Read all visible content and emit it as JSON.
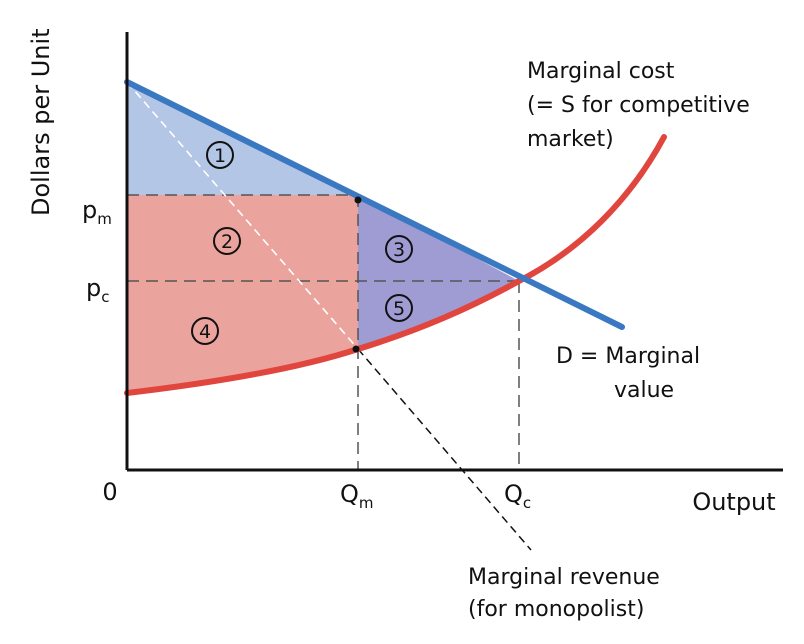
{
  "axes": {
    "y_label": "Dollars per Unit",
    "x_label": "Output",
    "origin": "0"
  },
  "ticks": {
    "pm": {
      "main": "p",
      "sub": "m"
    },
    "pc": {
      "main": "p",
      "sub": "c"
    },
    "qm": {
      "main": "Q",
      "sub": "m"
    },
    "qc": {
      "main": "Q",
      "sub": "c"
    }
  },
  "curves": {
    "marginal_cost": [
      "Marginal cost",
      "(= S for competitive",
      "market)"
    ],
    "demand": [
      "D = Marginal",
      "value"
    ],
    "marginal_revenue": [
      "Marginal revenue",
      "(for monopolist)"
    ]
  },
  "regions": [
    "1",
    "2",
    "3",
    "4",
    "5"
  ],
  "colors": {
    "demand_line": "#3a78c2",
    "supply_line": "#e0463e",
    "region_blue": "#b3c6e6",
    "region_red": "#eba39e",
    "region_purple": "#9f9bd3"
  }
}
